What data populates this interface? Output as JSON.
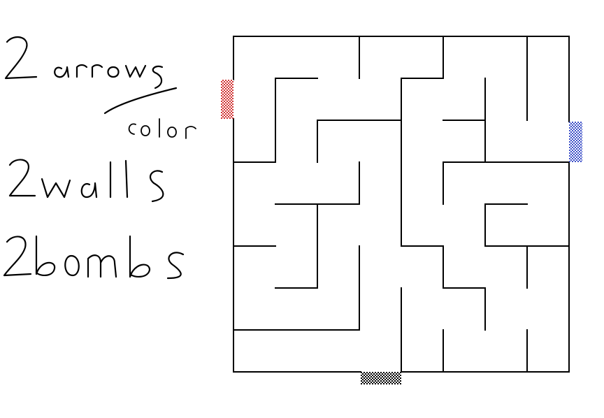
{
  "notes": [
    {
      "text": "2 arrows"
    },
    {
      "text": "color"
    },
    {
      "text": "2walls"
    },
    {
      "text": "2bombs"
    }
  ],
  "colors": {
    "ink": "#000000",
    "entrance": "#d23333",
    "exit": "#3d50c8",
    "bottom_exit": "#000000",
    "background": "#ffffff"
  },
  "maze": {
    "grid": 8,
    "markers": [
      "red-marker-left",
      "blue-marker-right",
      "black-marker-bottom"
    ]
  }
}
